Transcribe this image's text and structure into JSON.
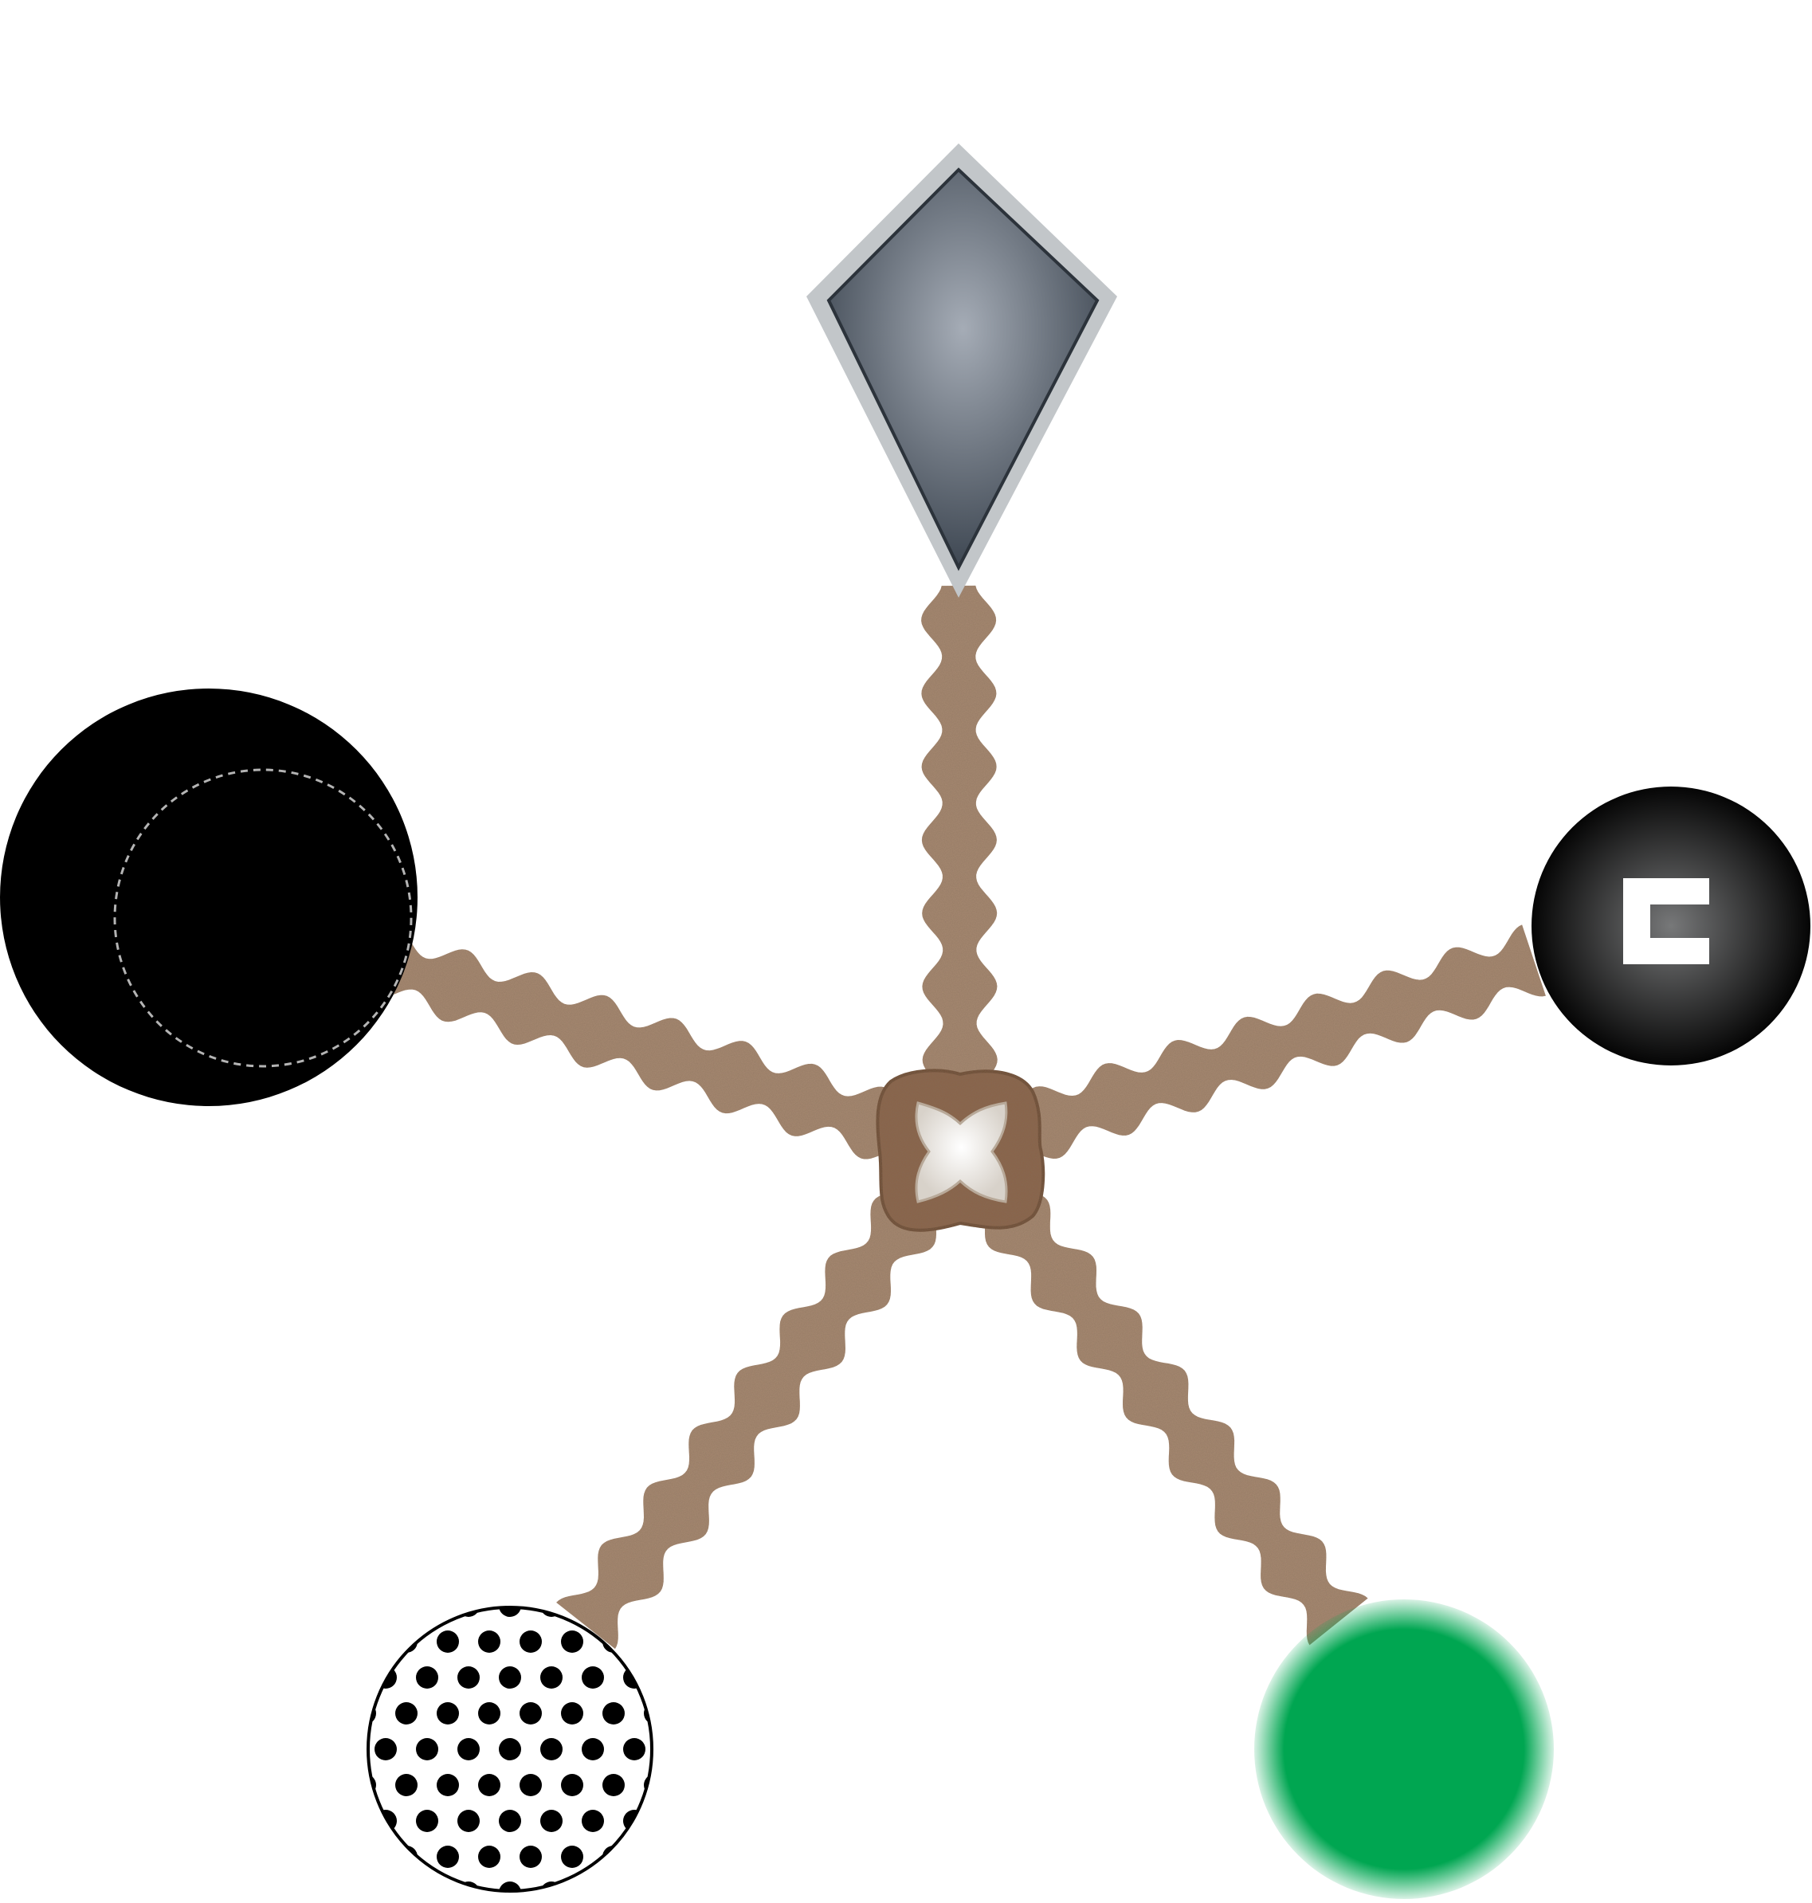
{
  "diagram": {
    "hub": {
      "name": "central-hub",
      "color": "#8B6448",
      "inner_color": "#F2EFEA"
    },
    "linker_color": "#A88A72",
    "arms": [
      {
        "name": "kite-node",
        "shape": "kite",
        "fill_light": "#A5ACB6",
        "fill_dark": "#3E4752",
        "border": "#C2C6C9"
      },
      {
        "name": "square-badge-node",
        "shape": "sphere-with-notched-square",
        "fill_light": "#777879",
        "fill_dark": "#050505",
        "glyph_color": "#FFFFFF"
      },
      {
        "name": "green-blur-node",
        "shape": "blurred-circle",
        "fill": "#00A651"
      },
      {
        "name": "dotted-node",
        "shape": "polka-dot-circle",
        "fill": "#FFFFFF",
        "dot_color": "#000000"
      },
      {
        "name": "black-node",
        "shape": "circle-with-dashed-ring",
        "fill": "#000000",
        "ring_color": "#B4B4B4"
      }
    ]
  }
}
